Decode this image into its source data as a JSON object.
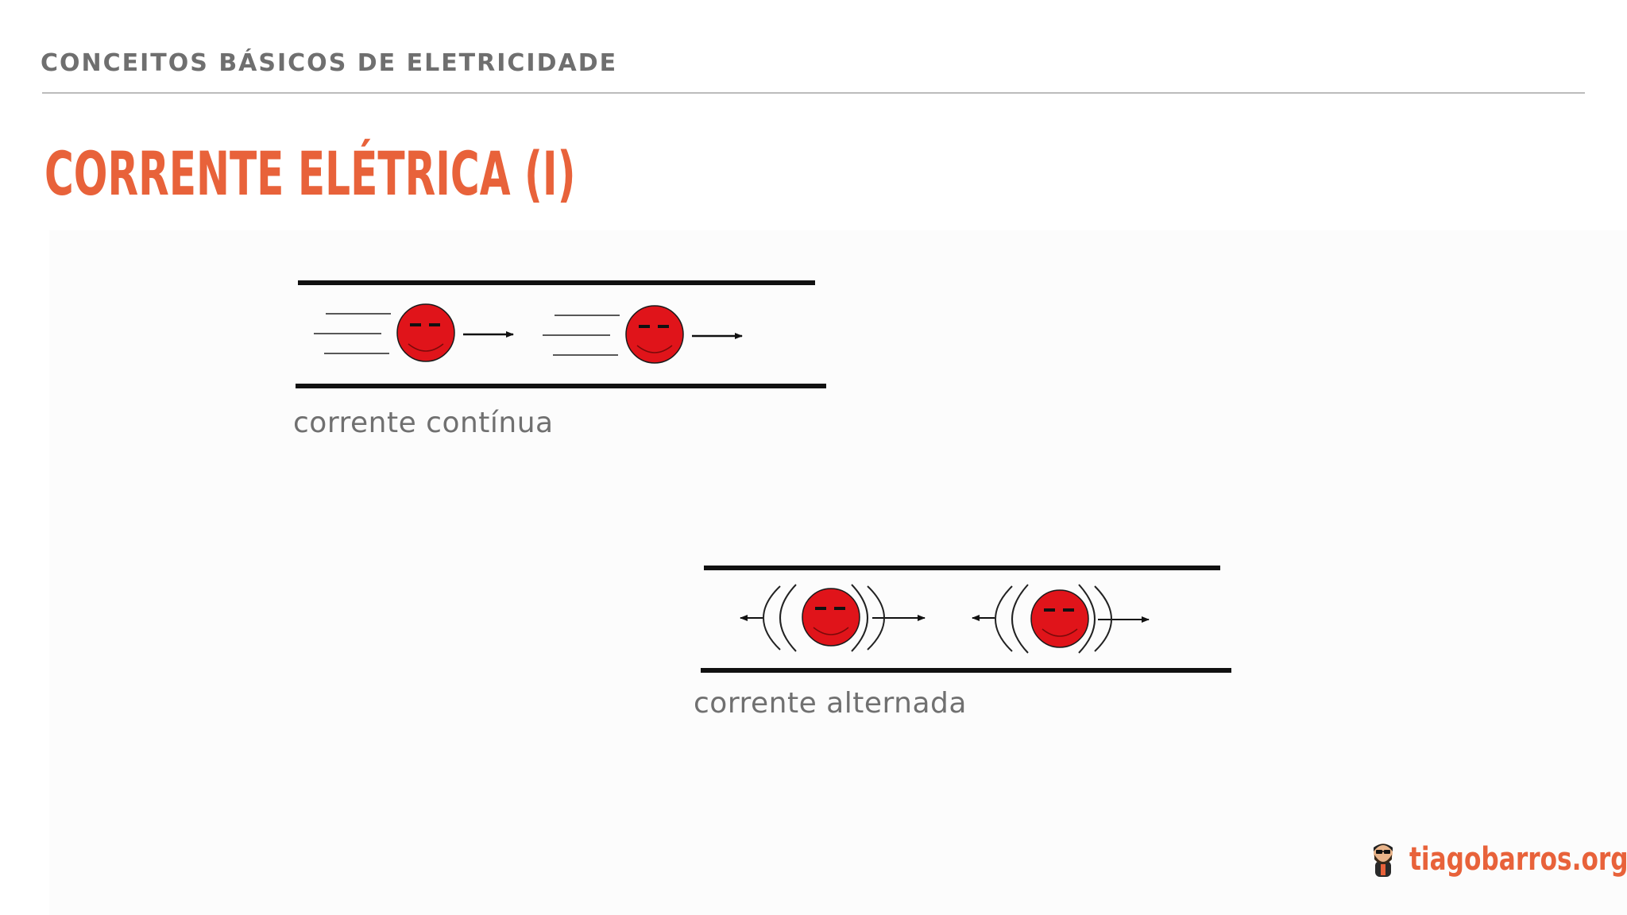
{
  "header": {
    "section_title": "CONCEITOS BÁSICOS DE ELETRICIDADE"
  },
  "slide": {
    "title": "CORRENTE ELÉTRICA (I)"
  },
  "diagrams": {
    "direct_current": {
      "caption": "corrente contínua"
    },
    "alternating_current": {
      "caption": "corrente alternada"
    }
  },
  "footer": {
    "brand": "tiagobarros.org"
  },
  "colors": {
    "accent": "#e8623a",
    "header_text": "#6f6f6f",
    "caption_text": "#707070",
    "electron_fill": "#e0141a",
    "wire": "#111111"
  },
  "icons": {
    "electron": "smiling-red-circle",
    "arrow": "right-arrow",
    "double_arrow": "left-right-arrow",
    "vibration": "arc-lines",
    "avatar": "bearded-man-avatar"
  }
}
